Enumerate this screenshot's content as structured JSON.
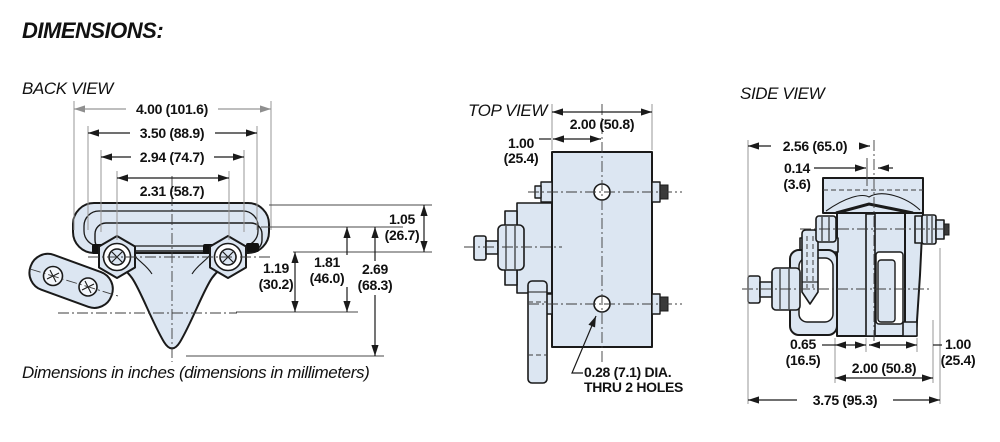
{
  "title": "DIMENSIONS:",
  "footnote": "Dimensions in inches (dimensions in millimeters)",
  "colors": {
    "part_fill": "#dce6f2",
    "outline": "#1a1a1a",
    "ext_line": "#979797"
  },
  "back": {
    "label": "BACK VIEW",
    "dims": {
      "w400": "4.00 (101.6)",
      "w350": "3.50 (88.9)",
      "w294": "2.94 (74.7)",
      "w231": "2.31 (58.7)",
      "h105": {
        "in": "1.05",
        "mm": "(26.7)"
      },
      "h119": {
        "in": "1.19",
        "mm": "(30.2)"
      },
      "h181": {
        "in": "1.81",
        "mm": "(46.0)"
      },
      "h269": {
        "in": "2.69",
        "mm": "(68.3)"
      }
    }
  },
  "top": {
    "label": "TOP VIEW",
    "dims": {
      "w200": "2.00 (50.8)",
      "w100": {
        "in": "1.00",
        "mm": "(25.4)"
      }
    },
    "hole_note": {
      "line1": "0.28 (7.1) DIA.",
      "line2": "THRU  2 HOLES"
    }
  },
  "side": {
    "label": "SIDE VIEW",
    "dims": {
      "w256": "2.56 (65.0)",
      "w014": {
        "in": "0.14",
        "mm": "(3.6)"
      },
      "w065": {
        "in": "0.65",
        "mm": "(16.5)"
      },
      "w100": {
        "in": "1.00",
        "mm": "(25.4)"
      },
      "w200": "2.00 (50.8)",
      "w375": "3.75 (95.3)"
    }
  }
}
